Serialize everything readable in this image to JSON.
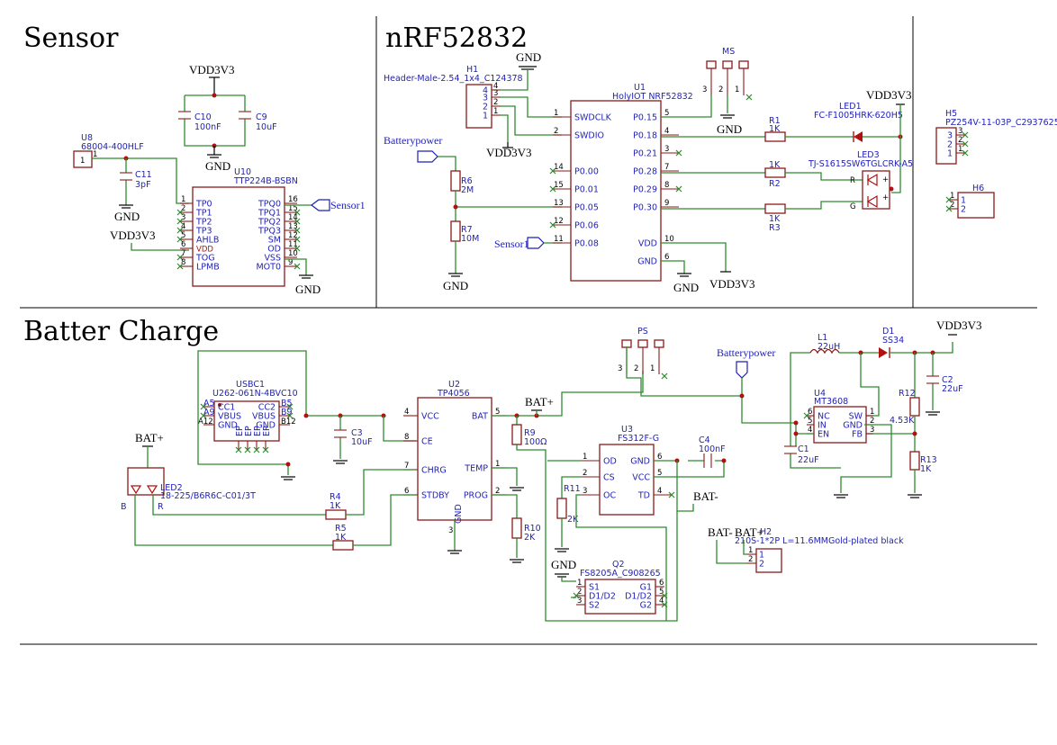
{
  "sections": {
    "sensor": "Sensor",
    "mcu": "nRF52832",
    "charge": "Batter Charge"
  },
  "nets": {
    "vdd": "VDD3V3",
    "gnd": "GND",
    "batpower": "Batterypower",
    "sensor1": "Sensor1",
    "batp": "BAT+",
    "batn": "BAT-"
  },
  "components": {
    "u8": {
      "ref": "U8",
      "value": "68004-400HLF"
    },
    "c10": {
      "ref": "C10",
      "value": "100nF"
    },
    "c9": {
      "ref": "C9",
      "value": "10uF"
    },
    "c11": {
      "ref": "C11",
      "value": "3pF"
    },
    "u10": {
      "ref": "U10",
      "value": "TTP224B-BSBN",
      "left_pins": [
        "TP0",
        "TP1",
        "TP2",
        "TP3",
        "AHLB",
        "VDD",
        "TOG",
        "LPMB"
      ],
      "left_nums": [
        "1",
        "2",
        "3",
        "4",
        "5",
        "6",
        "7",
        "8"
      ],
      "right_pins": [
        "TPQ0",
        "TPQ1",
        "TPQ2",
        "TPQ3",
        "SM",
        "OD",
        "VSS",
        "MOT0"
      ],
      "right_nums": [
        "16",
        "15",
        "14",
        "13",
        "12",
        "11",
        "10",
        "9"
      ]
    },
    "h1": {
      "ref": "H1",
      "value": "Header-Male-2.54_1x4_C124378",
      "pins": [
        "4",
        "3",
        "2",
        "1"
      ]
    },
    "u1": {
      "ref": "U1",
      "value": "HolyIOT NRF52832",
      "left_pins": [
        "SWDCLK",
        "SWDIO",
        "P0.00",
        "P0.01",
        "P0.05",
        "P0.06",
        "P0.08"
      ],
      "left_nums": [
        "1",
        "2",
        "14",
        "15",
        "13",
        "12",
        "11"
      ],
      "right_pins": [
        "P0.15",
        "P0.18",
        "P0.21",
        "P0.28",
        "P0.29",
        "P0.30",
        "VDD",
        "GND"
      ],
      "right_nums": [
        "5",
        "4",
        "3",
        "7",
        "8",
        "9",
        "10",
        "6"
      ]
    },
    "r6": {
      "ref": "R6",
      "value": "2M"
    },
    "r7": {
      "ref": "R7",
      "value": "10M"
    },
    "ms": {
      "ref": "MS",
      "pins": [
        "3",
        "2",
        "1"
      ]
    },
    "r1": {
      "ref": "R1",
      "value": "1K"
    },
    "r2": {
      "ref": "R2",
      "value": "1K"
    },
    "r3": {
      "ref": "R3",
      "value": "1K"
    },
    "led1": {
      "ref": "LED1",
      "value": "FC-F1005HRK-620H5"
    },
    "led3": {
      "ref": "LED3",
      "value": "TJ-S1615SW6TGLCRK-A5",
      "r": "R",
      "g": "G"
    },
    "h5": {
      "ref": "H5",
      "value": "PZ254V-11-03P_C2937625",
      "pins": [
        "3",
        "2",
        "1"
      ]
    },
    "h6": {
      "ref": "H6",
      "pins": [
        "1",
        "2"
      ]
    },
    "usbc1": {
      "ref": "USBC1",
      "value": "U262-061N-4BVC10",
      "pins": [
        "CC1",
        "VBUS",
        "GND",
        "CC2",
        "VBUS",
        "GND"
      ],
      "nums": [
        "A5",
        "A9",
        "A12",
        "B5",
        "B9",
        "B12"
      ],
      "ep": [
        "EP",
        "EP",
        "EP",
        "EP"
      ]
    },
    "c3": {
      "ref": "C3",
      "value": "10uF"
    },
    "u2": {
      "ref": "U2",
      "value": "TP4056",
      "left_pins": [
        "VCC",
        "CE",
        "CHRG",
        "STDBY"
      ],
      "left_nums": [
        "4",
        "8",
        "7",
        "6"
      ],
      "right_pins": [
        "BAT",
        "TEMP",
        "PROG"
      ],
      "right_nums": [
        "5",
        "1",
        "2"
      ],
      "bottom_pin": "GND",
      "bottom_num": "3"
    },
    "ps": {
      "ref": "PS",
      "pins": [
        "3",
        "2",
        "1"
      ]
    },
    "r9": {
      "ref": "R9",
      "value": "100Ω"
    },
    "r10": {
      "ref": "R10",
      "value": "2K"
    },
    "r4": {
      "ref": "R4",
      "value": "1K"
    },
    "r5": {
      "ref": "R5",
      "value": "1K"
    },
    "led2": {
      "ref": "LED2",
      "value": "18-225/B6R6C-C01/3T",
      "b": "B",
      "r": "R"
    },
    "u3": {
      "ref": "U3",
      "value": "FS312F-G",
      "left_pins": [
        "OD",
        "CS",
        "OC"
      ],
      "left_nums": [
        "1",
        "2",
        "3"
      ],
      "right_pins": [
        "GND",
        "VCC",
        "TD"
      ],
      "right_nums": [
        "6",
        "5",
        "4"
      ]
    },
    "c4": {
      "ref": "C4",
      "value": "100nF"
    },
    "r11": {
      "ref": "R11",
      "value": "2K"
    },
    "q2": {
      "ref": "Q2",
      "value": "FS8205A_C908265",
      "left_pins": [
        "S1",
        "D1/D2",
        "S2"
      ],
      "left_nums": [
        "1",
        "2",
        "3"
      ],
      "right_pins": [
        "G1",
        "D1/D2",
        "G2"
      ],
      "right_nums": [
        "6",
        "5",
        "4"
      ]
    },
    "l1": {
      "ref": "L1",
      "value": "22uH"
    },
    "d1": {
      "ref": "D1",
      "value": "SS34"
    },
    "u4": {
      "ref": "U4",
      "value": "MT3608",
      "left_pins": [
        "NC",
        "IN",
        "EN"
      ],
      "left_nums": [
        "6",
        "5",
        "4"
      ],
      "right_pins": [
        "SW",
        "GND",
        "FB"
      ],
      "right_nums": [
        "1",
        "2",
        "3"
      ]
    },
    "c1": {
      "ref": "C1",
      "value": "22uF"
    },
    "c2": {
      "ref": "C2",
      "value": "22uF"
    },
    "r12": {
      "ref": "R12",
      "value": "4.53K"
    },
    "r13": {
      "ref": "R13",
      "value": "1K"
    },
    "h2": {
      "ref": "H2",
      "value": "210S-1*2P L=11.6MMGold-plated black",
      "pins": [
        "1",
        "2"
      ]
    }
  }
}
